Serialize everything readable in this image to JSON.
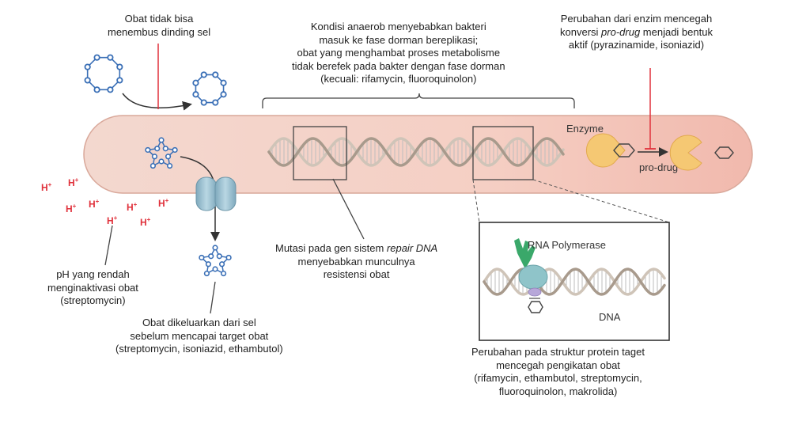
{
  "captions": {
    "cell_wall": [
      "Obat tidak bisa",
      "menembus dinding sel"
    ],
    "dormant": [
      "Kondisi anaerob menyebabkan bakteri",
      "masuk ke fase dorman bereplikasi;",
      "obat yang menghambat proses metabolisme",
      "tidak berefek pada bakter dengan fase dorman",
      "(kecuali: rifamycin, fluoroquinolon)"
    ],
    "enzyme_line1": "Perubahan dari enzim mencegah",
    "enzyme_line2_pre": "konversi ",
    "enzyme_line2_italic": "pro-drug",
    "enzyme_line2_post": " menjadi bentuk",
    "enzyme_line3": "aktif (pyrazinamide, isoniazid)",
    "ph": [
      "pH yang rendah",
      "menginaktivasi obat",
      "(streptomycin)"
    ],
    "efflux": [
      "Obat dikeluarkan dari sel",
      "sebelum mencapai target obat",
      "(streptomycin, isoniazid, ethambutol)"
    ],
    "repair_line1_pre": "Mutasi pada gen sistem ",
    "repair_line1_italic": "repair DNA",
    "repair_line2": "menyebabkan munculnya",
    "repair_line3": "resistensi obat",
    "target": [
      "Perubahan pada struktur protein taget",
      "mencegah pengikatan obat",
      "(rifamycin, ethambutol, streptomycin,",
      "fluoroquinolon, makrolida)"
    ]
  },
  "labels": {
    "enzyme": "Enzyme",
    "pro_drug": "pro-drug",
    "rna_polymerase": "RNA Polymerase",
    "dna": "DNA",
    "h_ion": "H",
    "h_sup": "+"
  },
  "colors": {
    "cell_fill": "#f6d3c9",
    "cell_stroke": "#d9a89a",
    "drug_ring": "#3a6fb6",
    "h_ion": "#e0313b",
    "inhibitor_line": "#e0313b",
    "enzyme": "#f5c873",
    "porin": "#9cc3d4",
    "polymerase": "#8fc4c9",
    "polymerase_tail": "#3aa86a"
  },
  "icons": [
    "hexagon-drug-icon",
    "star-drug-icon",
    "porin-channel-icon",
    "benzene-ring-icon",
    "pacman-enzyme-icon",
    "dna-helix-icon"
  ]
}
